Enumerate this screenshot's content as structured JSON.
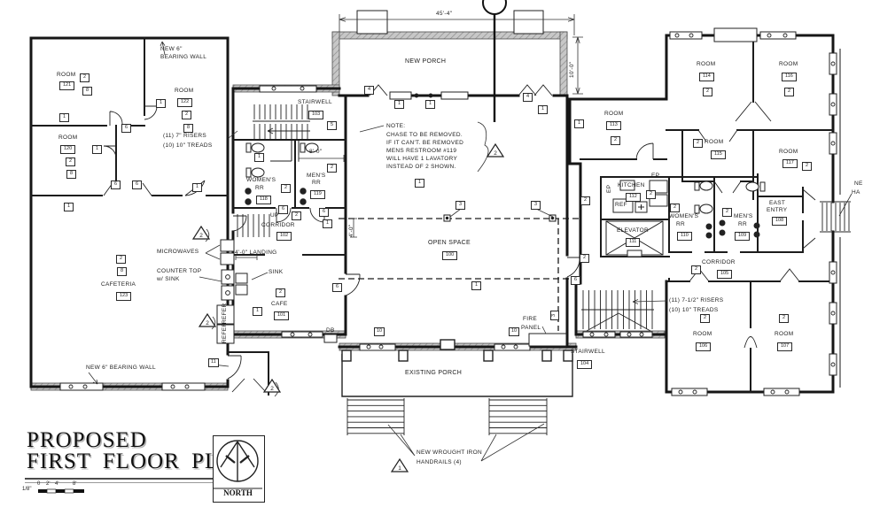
{
  "palette": {
    "ink": "#1c1c1c",
    "hatch_gray": "#bdbdbd",
    "bg": "#ffffff"
  },
  "title_block": {
    "line1": "PROPOSED",
    "line2": "FIRST FLOOR PLAN",
    "north": "NORTH",
    "scale_fraction": "1/8\"",
    "scale_ticks": [
      "0",
      "2'",
      "4'",
      "8'"
    ]
  },
  "note": {
    "title": "NOTE:",
    "lines": [
      "CHASE TO BE REMOVED.",
      "IF IT CAN'T. BE REMOVED",
      "MENS RESTROOM #119",
      "WILL HAVE 1 LAVATORY",
      "INSTEAD OF 2 SHOWN."
    ]
  },
  "rooms": {
    "room121": {
      "name": "ROOM",
      "num": "121"
    },
    "room122": {
      "name": "ROOM",
      "num": "122"
    },
    "room120": {
      "name": "ROOM",
      "num": "120"
    },
    "cafeteria": {
      "name": "CAFETERIA",
      "num": "123"
    },
    "stairwell103": {
      "name": "STAIRWELL",
      "num": "103"
    },
    "corridor102": {
      "name": "CORRIDOR",
      "num": "102"
    },
    "womens118": {
      "name": "WOMEN'S",
      "name2": "RR",
      "num": "118"
    },
    "mens119": {
      "name": "MEN'S",
      "name2": "RR",
      "num": "119"
    },
    "cafe101": {
      "name": "CAFE",
      "num": "101"
    },
    "openspace100": {
      "name": "OPEN SPACE",
      "num": "100"
    },
    "newporch": {
      "name": "NEW PORCH"
    },
    "existingporch": {
      "name": "EXISTING PORCH"
    },
    "stairwell104": {
      "name": "STAIRWELL",
      "num": "104"
    },
    "room113": {
      "name": "ROOM",
      "num": "113"
    },
    "room114": {
      "name": "ROOM",
      "num": "114"
    },
    "room116": {
      "name": "ROOM",
      "num": "116"
    },
    "room115": {
      "name": "ROOM",
      "num": "115"
    },
    "room117": {
      "name": "ROOM",
      "num": "117"
    },
    "kitchen112": {
      "name": "KITCHEN",
      "num": "112"
    },
    "elevator111": {
      "name": "ELEVATOR",
      "num": "111"
    },
    "womens110": {
      "name": "WOMEN'S",
      "name2": "RR",
      "num": "110"
    },
    "mens109": {
      "name": "MEN'S",
      "name2": "RR",
      "num": "109"
    },
    "corridor105": {
      "name": "CORRIDOR",
      "num": "105"
    },
    "eastentry108": {
      "name": "EAST",
      "name2": "ENTRY",
      "num": "108"
    },
    "room106": {
      "name": "ROOM",
      "num": "106"
    },
    "room107": {
      "name": "ROOM",
      "num": "107"
    }
  },
  "annotations": {
    "bearing_top_1": "NEW 6\"",
    "bearing_top_2": "BEARING WALL",
    "bearing_bottom": "NEW 6\" BEARING WALL",
    "risers_left_1": "(11) 7\" RISERS",
    "risers_left_2": "(10) 10\" TREADS",
    "risers_right_1": "(11) 7-1/2\" RISERS",
    "risers_right_2": "(10) 10\" TREADS",
    "microwaves": "MICROWAVES",
    "countertop_1": "COUNTER TOP",
    "countertop_2": "w/ SINK",
    "sink": "SINK",
    "landing": "4'-0\" LANDING",
    "refer": "REFER",
    "db": "DB",
    "fire_1": "FIRE",
    "fire_2": "PANEL",
    "wrought_1": "NEW WROUGHT IRON",
    "wrought_2": "HANDRAILS (4)",
    "handrail_right_1": "NE",
    "handrail_right_2": "HA",
    "up": "UP",
    "ref": "REF",
    "ep": "EP"
  },
  "dims": {
    "porch_width": "45'-4\"",
    "porch_depth": "10'-0\"",
    "mens_width": "8'-0\"",
    "landing_depth": "4'-0\""
  },
  "tags": {
    "n1": "1",
    "n2": "2",
    "n3": "3",
    "n4": "4",
    "n5": "5",
    "n6": "6",
    "n8": "8",
    "n10": "10",
    "n11": "11"
  },
  "revisions": {
    "r1": "1",
    "r2": "2"
  }
}
